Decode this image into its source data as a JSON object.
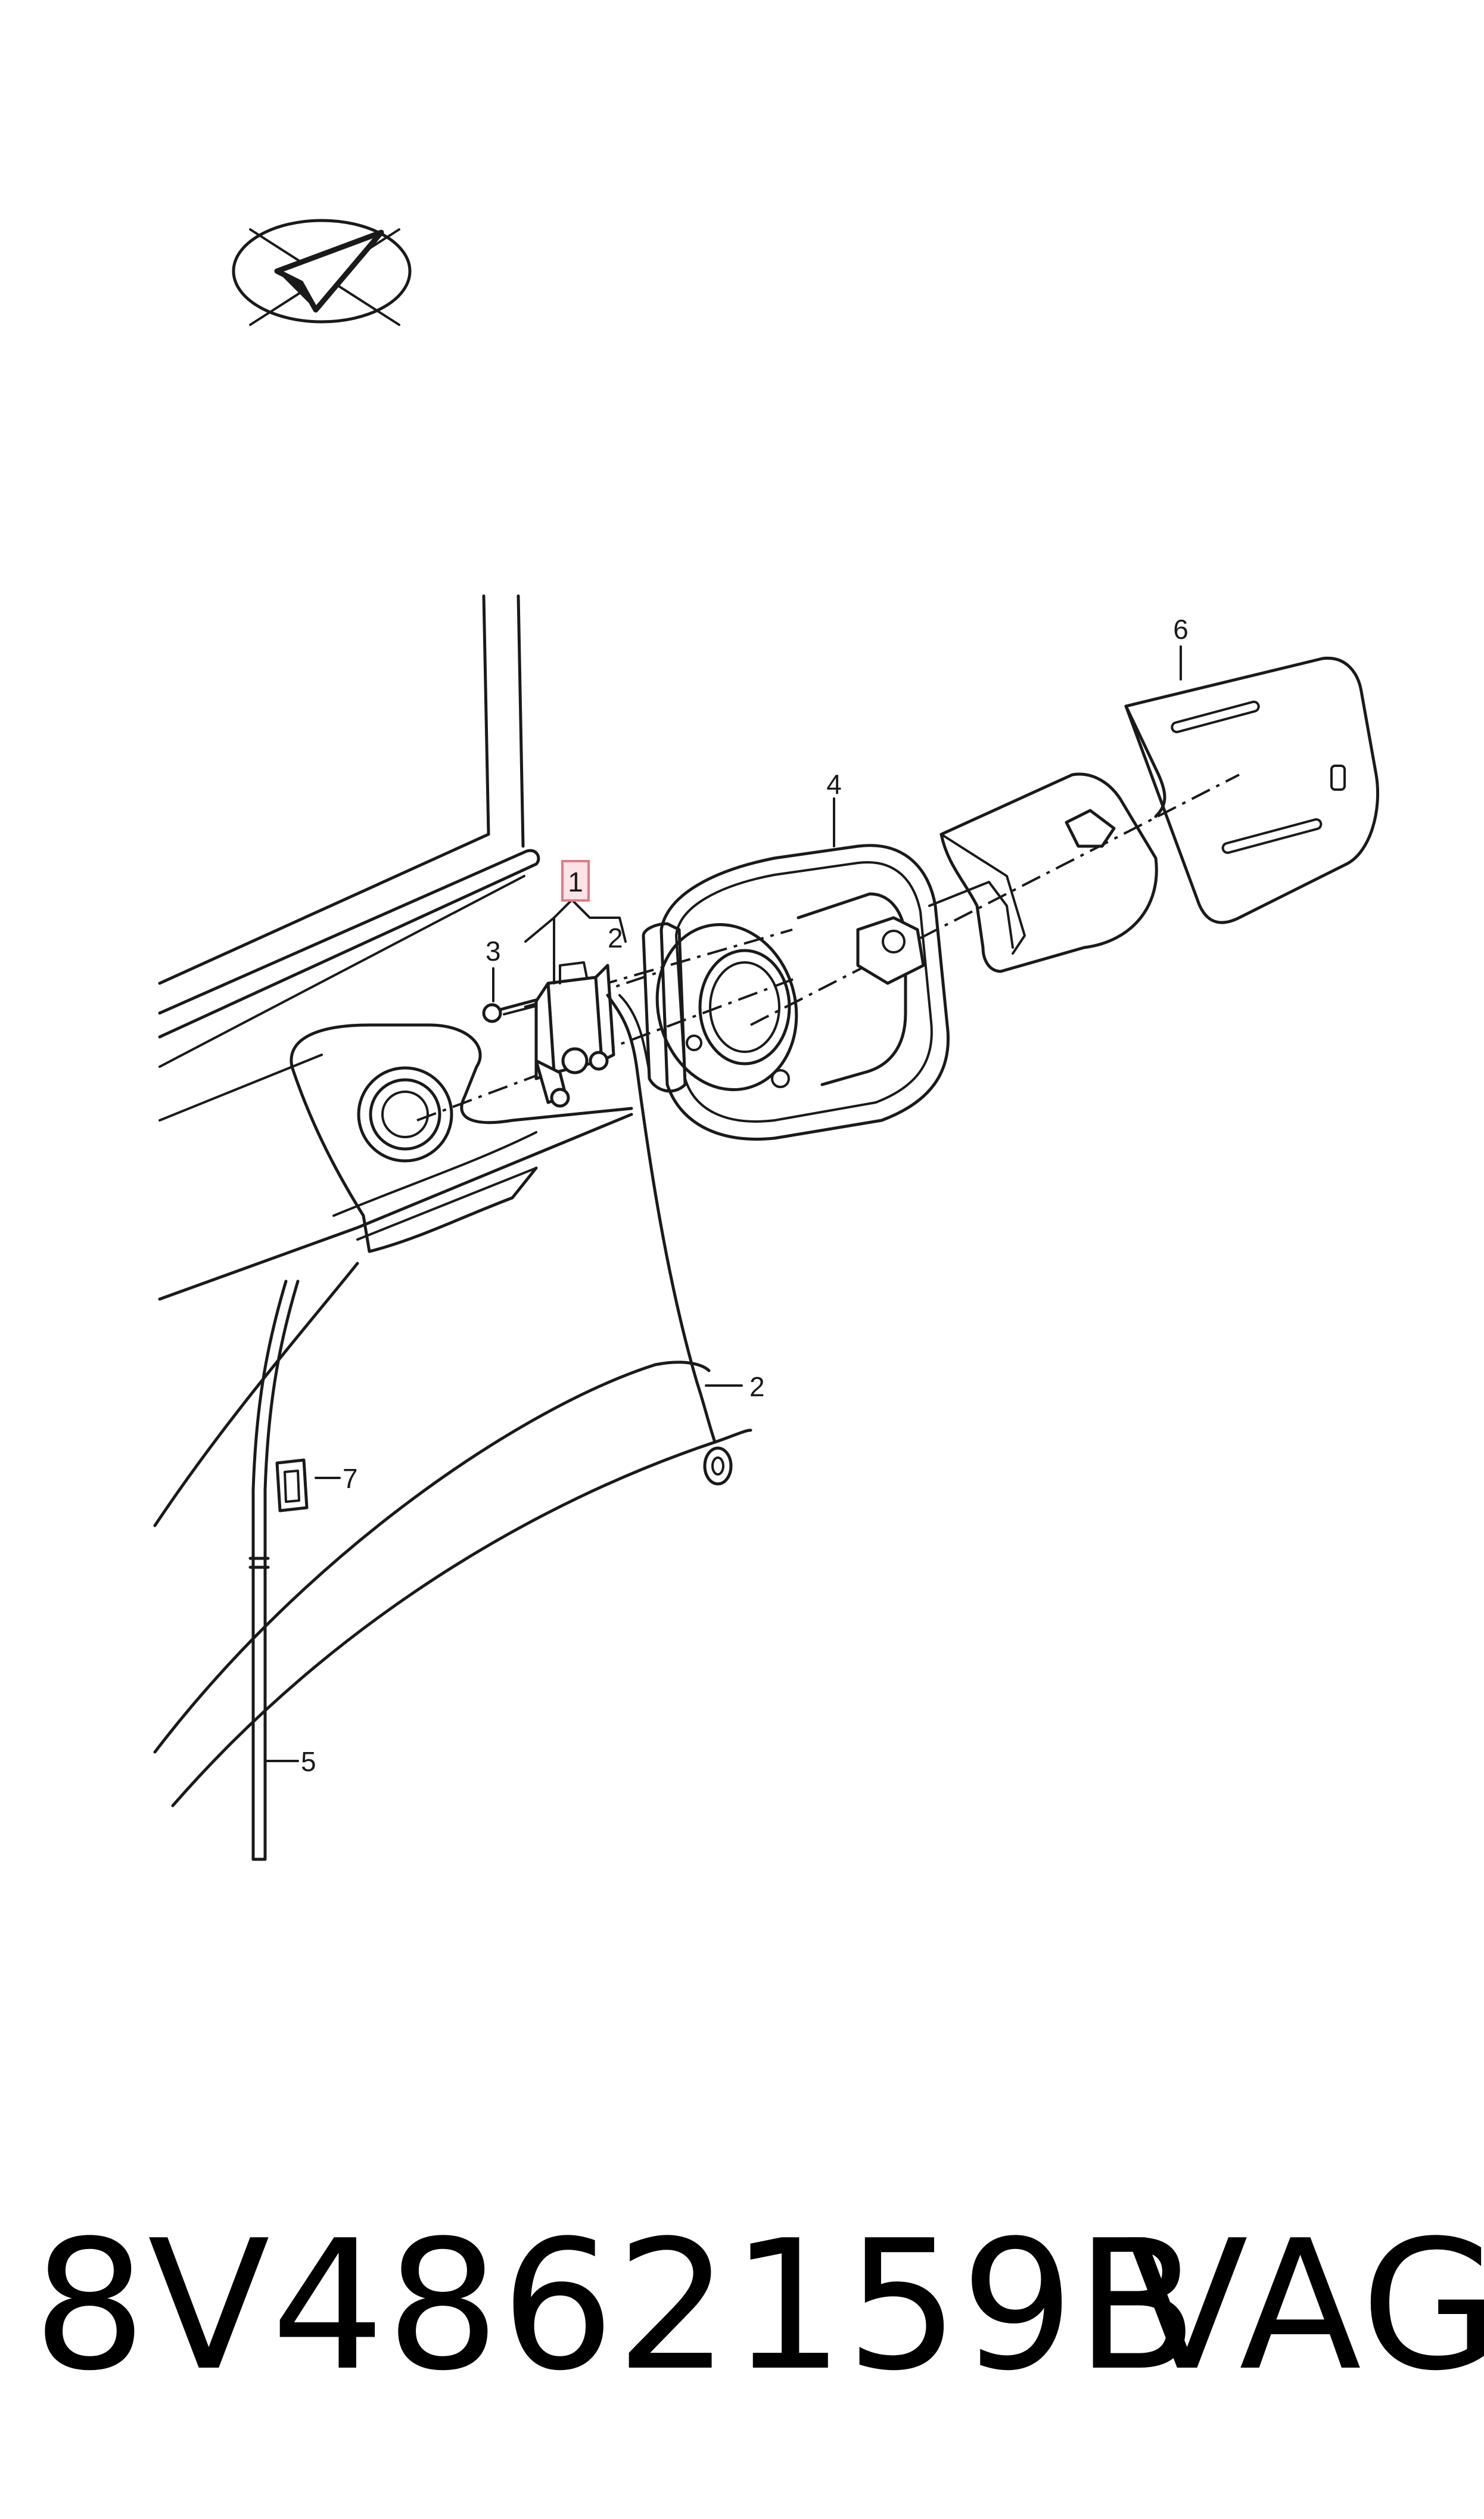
{
  "diagram": {
    "callouts": {
      "c1": "1",
      "c2a": "2",
      "c2b": "2",
      "c3": "3",
      "c4": "4",
      "c5": "5",
      "c6": "6",
      "c7": "7"
    },
    "highlight_color": "#e07a86",
    "orientation_icon": "direction-arrow-icon"
  },
  "footer": {
    "part_number": "8V4862159B",
    "brand": "VAG"
  }
}
